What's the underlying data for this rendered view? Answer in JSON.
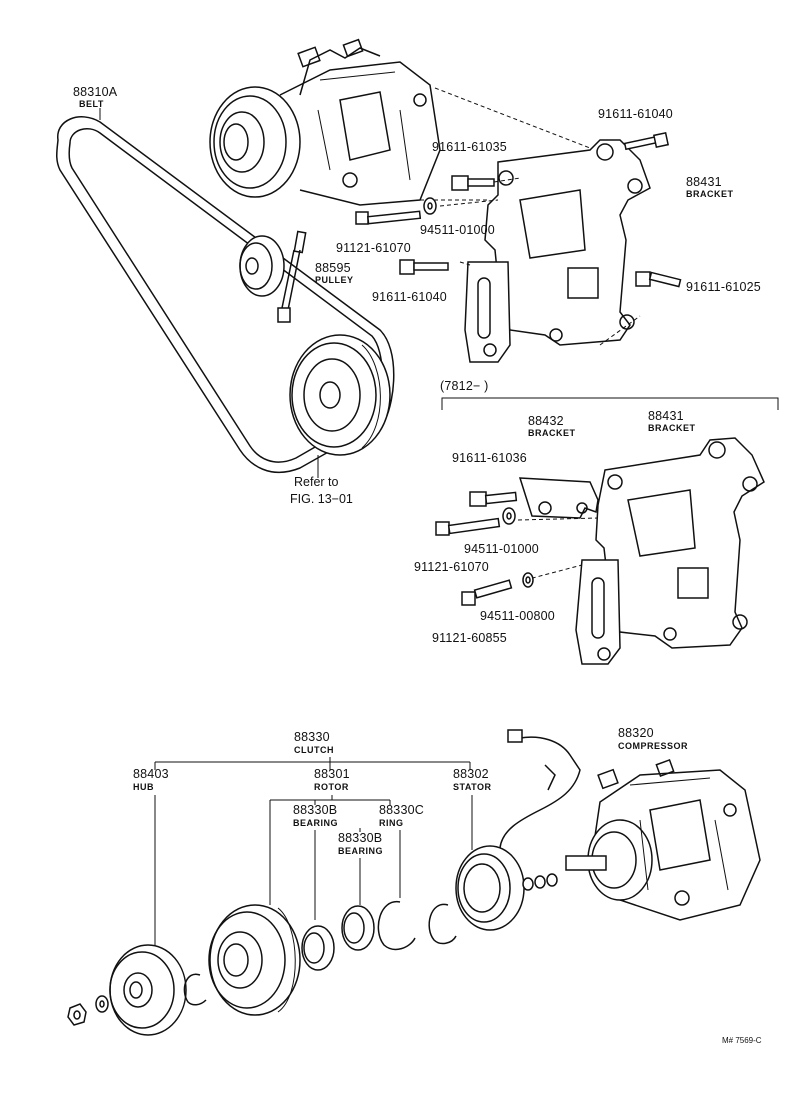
{
  "diagram": {
    "labels": {
      "belt_pn": "88310A",
      "belt_name": "BELT",
      "bolt_61040_top": "91611-61040",
      "bolt_61035_top": "91611-61035",
      "bracket_88431_top_pn": "88431",
      "bracket_88431_top_name": "BRACKET",
      "washer_01000_top": "94511-01000",
      "bolt_61070_top": "91121-61070",
      "pulley_pn": "88595",
      "pulley_name": "PULLEY",
      "bolt_61040_mid": "91611-61040",
      "bolt_61025": "91611-61025",
      "refer_line1": "Refer to",
      "refer_line2": "FIG. 13−01",
      "range_label": "(7812−          )",
      "bracket_88432_pn": "88432",
      "bracket_88432_name": "BRACKET",
      "bracket_88431_bot_pn": "88431",
      "bracket_88431_bot_name": "BRACKET",
      "bolt_61036": "91611-61036",
      "washer_01000_bot": "94511-01000",
      "bolt_61070_bot": "91121-61070",
      "washer_00800": "94511-00800",
      "bolt_60855": "91121-60855",
      "clutch_pn": "88330",
      "clutch_name": "CLUTCH",
      "hub_pn": "88403",
      "hub_name": "HUB",
      "rotor_pn": "88301",
      "rotor_name": "ROTOR",
      "stator_pn": "88302",
      "stator_name": "STATOR",
      "bearing1_pn": "88330B",
      "bearing1_name": "BEARING",
      "ring_pn": "88330C",
      "ring_name": "RING",
      "bearing2_pn": "88330B",
      "bearing2_name": "BEARING",
      "compressor_pn": "88320",
      "compressor_name": "COMPRESSOR",
      "figure_code": "M# 7569-C"
    }
  }
}
